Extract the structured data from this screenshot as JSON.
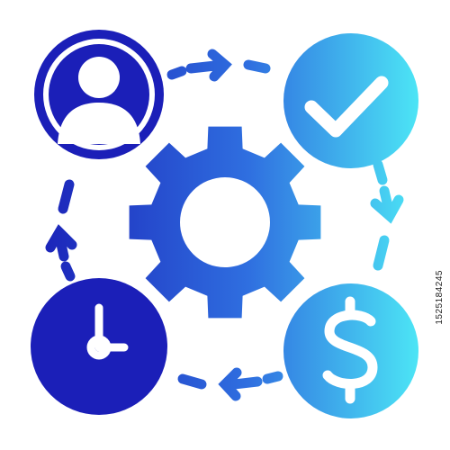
{
  "icon": {
    "name": "business-process-cycle-icon",
    "colors": {
      "primary": "#1b1fb8",
      "gradient_start": "#1b22b8",
      "gradient_mid": "#2f6fe0",
      "gradient_end": "#4de8f6",
      "foreground": "#ffffff"
    },
    "nodes": [
      {
        "name": "user-node",
        "symbol": "user-icon"
      },
      {
        "name": "approved-node",
        "symbol": "checkmark-icon"
      },
      {
        "name": "payment-node",
        "symbol": "dollar-icon"
      },
      {
        "name": "time-node",
        "symbol": "clock-icon"
      }
    ],
    "center": {
      "symbol": "gear-icon"
    },
    "dollar_glyph": "$"
  },
  "watermark": {
    "text": "1525184245"
  }
}
